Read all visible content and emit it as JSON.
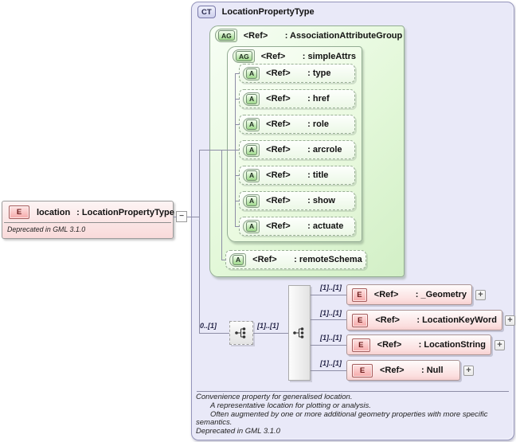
{
  "complex_type": {
    "badge": "CT",
    "title": "LocationPropertyType"
  },
  "root_element": {
    "badge": "E",
    "name": "location",
    "type": ": LocationPropertyType",
    "note": "Deprecated in GML 3.1.0"
  },
  "association_group": {
    "badge": "AG",
    "ref": "<Ref>",
    "name": ": AssociationAttributeGroup"
  },
  "simple_attrs_group": {
    "badge": "AG",
    "ref": "<Ref>",
    "name": ": simpleAttrs"
  },
  "attributes": [
    {
      "badge": "A",
      "ref": "<Ref>",
      "name": ": type"
    },
    {
      "badge": "A",
      "ref": "<Ref>",
      "name": ": href"
    },
    {
      "badge": "A",
      "ref": "<Ref>",
      "name": ": role"
    },
    {
      "badge": "A",
      "ref": "<Ref>",
      "name": ": arcrole"
    },
    {
      "badge": "A",
      "ref": "<Ref>",
      "name": ": title"
    },
    {
      "badge": "A",
      "ref": "<Ref>",
      "name": ": show"
    },
    {
      "badge": "A",
      "ref": "<Ref>",
      "name": ": actuate"
    }
  ],
  "remote_schema": {
    "badge": "A",
    "ref": "<Ref>",
    "name": ": remoteSchema"
  },
  "occurrences": {
    "root": "0..[1]",
    "sequence_to_choice": "[1]..[1]",
    "branches": [
      "[1]..[1]",
      "[1]..[1]",
      "[1]..[1]",
      "[1]..[1]"
    ]
  },
  "elements": [
    {
      "badge": "E",
      "ref": "<Ref>",
      "name": ": _Geometry"
    },
    {
      "badge": "E",
      "ref": "<Ref>",
      "name": ": LocationKeyWord"
    },
    {
      "badge": "E",
      "ref": "<Ref>",
      "name": ": LocationString"
    },
    {
      "badge": "E",
      "ref": "<Ref>",
      "name": ": Null"
    }
  ],
  "icons": {
    "collapse": "−",
    "expand": "+"
  },
  "documentation": {
    "line1": "Convenience property for generalised location.",
    "line2": "A representative location for plotting or analysis.",
    "line3": "Often augmented by one or more additional geometry properties with more specific semantics.",
    "line4": "Deprecated in GML 3.1.0"
  },
  "colors": {
    "ct_fill": "#e9e9f8",
    "group_fill": "#ddf5d5",
    "attr_fill": "#f4fbef",
    "element_fill": "#f9dada",
    "badge_e_fill": "#f5a9a9",
    "badge_a_fill": "#9ed88b",
    "line": "#8d8da6"
  }
}
